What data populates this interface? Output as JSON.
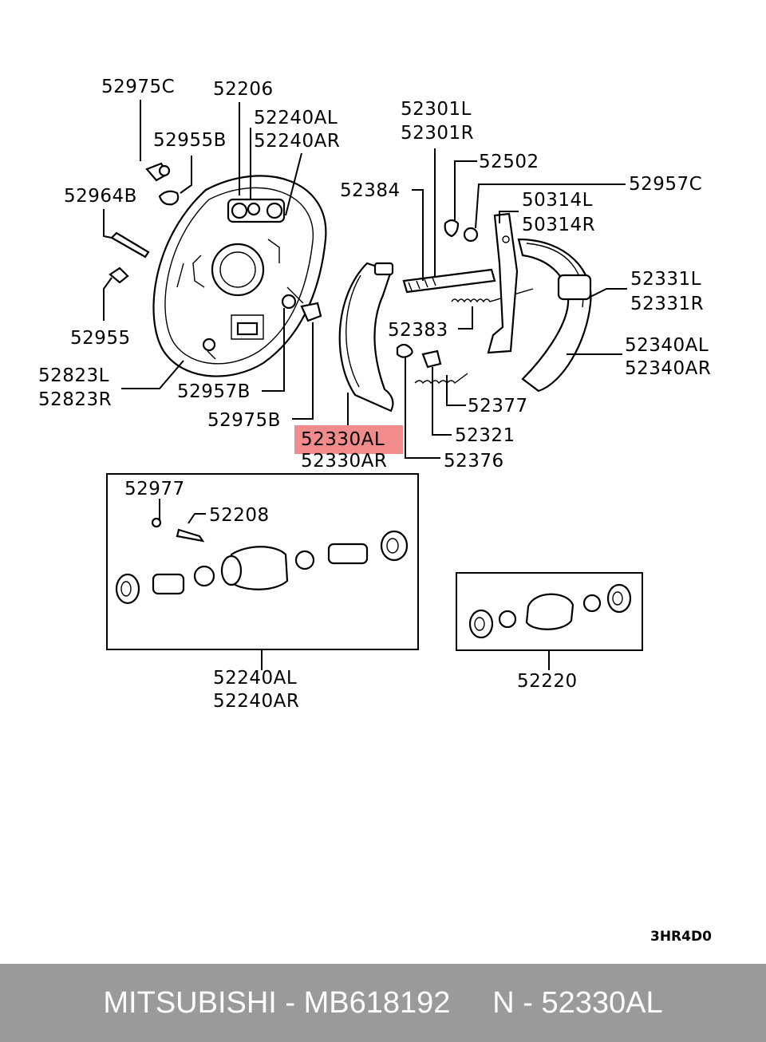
{
  "diagram": {
    "labels": {
      "l_52975C": "52975C",
      "l_52206": "52206",
      "l_52240AL_top": "52240AL",
      "l_52240AR_top": "52240AR",
      "l_52955B": "52955B",
      "l_52964B": "52964B",
      "l_52955": "52955",
      "l_52823L": "52823L",
      "l_52823R": "52823R",
      "l_52957B": "52957B",
      "l_52975B": "52975B",
      "l_52330AL": "52330AL",
      "l_52330AR": "52330AR",
      "l_52301L": "52301L",
      "l_52301R": "52301R",
      "l_52502": "52502",
      "l_52957C": "52957C",
      "l_52384": "52384",
      "l_50314L": "50314L",
      "l_50314R": "50314R",
      "l_52331L": "52331L",
      "l_52331R": "52331R",
      "l_52383": "52383",
      "l_52340AL": "52340AL",
      "l_52340AR": "52340AR",
      "l_52377": "52377",
      "l_52321": "52321",
      "l_52376": "52376",
      "l_52977": "52977",
      "l_52208": "52208",
      "l_52240AL_bot": "52240AL",
      "l_52240AR_bot": "52240AR",
      "l_52220": "52220"
    },
    "highlight_color": "#f28b8b",
    "diagram_code": "3HR4D0"
  },
  "footer": {
    "brand": "MITSUBISHI",
    "part_number": "MB618192",
    "ref": "N - 52330AL",
    "text": "MITSUBISHI - MB618192     N - 52330AL",
    "bg_color": "#9a9a9a"
  }
}
